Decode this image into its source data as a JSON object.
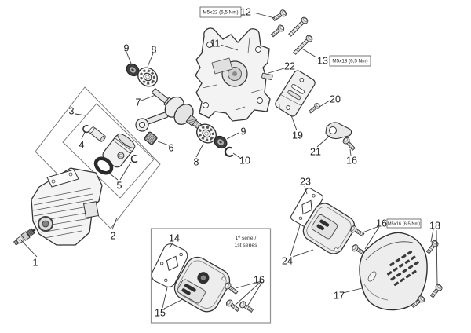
{
  "diagram": {
    "kind": "exploded-parts-diagram",
    "background": "#ffffff",
    "line_color": "#2b2b2b",
    "callouts": {
      "c1": "1",
      "c2": "2",
      "c3": "3",
      "c4": "4",
      "c5": "5",
      "c6": "6",
      "c7": "7",
      "c8a": "8",
      "c8b": "8",
      "c9a": "9",
      "c9b": "9",
      "c10": "10",
      "c11": "11",
      "c12": "12",
      "c13": "13",
      "c14": "14",
      "c15": "15",
      "c16a": "16",
      "c16b": "16",
      "c16c": "16",
      "c17": "17",
      "c18": "18",
      "c19": "19",
      "c20": "20",
      "c21": "21",
      "c22": "22",
      "c23": "23",
      "c24": "24"
    },
    "torque_notes": {
      "n12": "M5x22 (6,5 Nm)",
      "n13": "M5x18 (6,5 Nm)",
      "n16": "M5x16 (6,5 Nm)"
    },
    "series_note": {
      "line1": "1ª serie /",
      "line2": "1st series"
    }
  }
}
